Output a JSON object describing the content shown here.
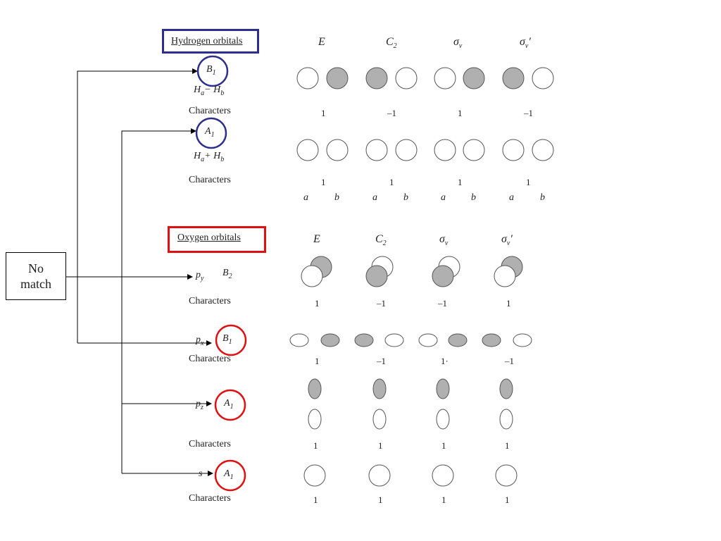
{
  "hydrogen": {
    "title": "Hydrogen orbitals",
    "headers": [
      "E",
      "C",
      "σ",
      "σ"
    ],
    "header_subs": [
      "",
      "2",
      "v",
      "v"
    ],
    "header_primes": [
      "",
      "",
      "",
      "′"
    ],
    "b1": {
      "label": "B",
      "sub": "1",
      "formula": "H",
      "formula_sub_a": "a",
      "op": "− H",
      "formula_sub_b": "b",
      "characters_label": "Characters",
      "characters": [
        "1",
        "–1",
        "1",
        "–1"
      ]
    },
    "a1": {
      "label": "A",
      "sub": "1",
      "formula": "H",
      "formula_sub_a": "a",
      "op": "+ H",
      "formula_sub_b": "b",
      "characters_label": "Characters",
      "characters": [
        "1",
        "1",
        "1",
        "1"
      ]
    },
    "ab_labels": [
      "a",
      "b",
      "a",
      "b",
      "a",
      "b",
      "a",
      "b"
    ]
  },
  "oxygen": {
    "title": "Oxygen orbitals",
    "headers": [
      "E",
      "C",
      "σ",
      "σ"
    ],
    "header_subs": [
      "",
      "2",
      "v",
      "v"
    ],
    "header_primes": [
      "",
      "",
      "",
      "′"
    ],
    "py": {
      "orbital": "p",
      "orbital_sub": "y",
      "label": "B",
      "sub": "2",
      "characters_label": "Characters",
      "characters": [
        "1",
        "–1",
        "–1",
        "1"
      ]
    },
    "px": {
      "orbital": "p",
      "orbital_sub": "x",
      "label": "B",
      "sub": "1",
      "characters_label": "Characters",
      "characters": [
        "1",
        "–1",
        "1·",
        "–1"
      ]
    },
    "pz": {
      "orbital": "p",
      "orbital_sub": "z",
      "label": "A",
      "sub": "1",
      "characters_label": "Characters",
      "characters": [
        "1",
        "1",
        "1",
        "1"
      ]
    },
    "s": {
      "orbital": "s",
      "label": "A",
      "sub": "1",
      "characters_label": "Characters",
      "characters": [
        "1",
        "1",
        "1",
        "1"
      ]
    }
  },
  "no_match": {
    "line1": "No",
    "line2": "match"
  },
  "colors": {
    "hydrogen_accent": "#2e2e8f",
    "oxygen_accent": "#e01010",
    "shade": "#b0b0b0"
  }
}
